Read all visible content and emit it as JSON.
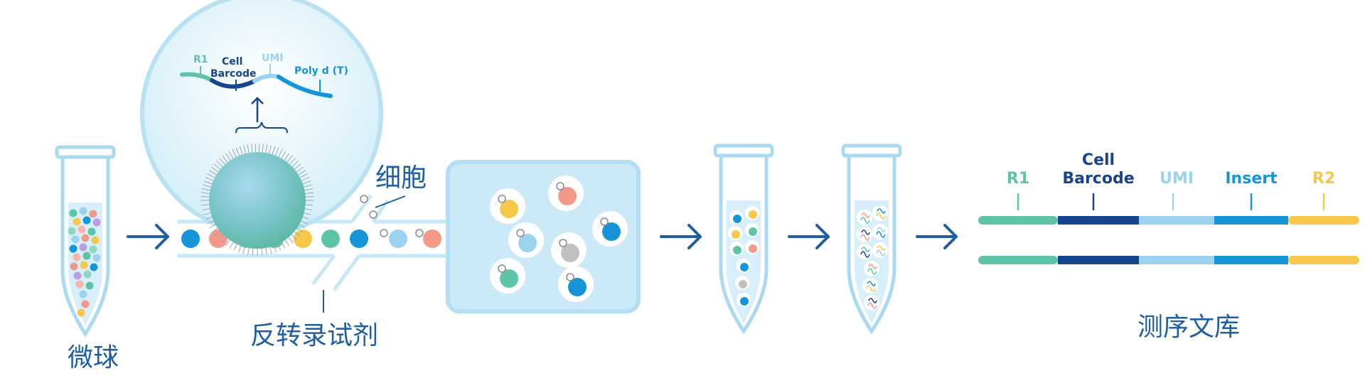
{
  "labels": {
    "beads": "微球",
    "rt_reagent": "反转录试剂",
    "cell": "细胞",
    "library": "测序文库"
  },
  "bead_oligo": {
    "r1": "R1",
    "cell_barcode_line1": "Cell",
    "cell_barcode_line2": "Barcode",
    "umi": "UMI",
    "polydt": "Poly d (T)"
  },
  "library_structure": {
    "segments": [
      {
        "key": "r1",
        "line1": "",
        "line2": "R1",
        "color": "#5ec4a8"
      },
      {
        "key": "cell_barcode",
        "line1": "Cell",
        "line2": "Barcode",
        "color": "#17438f"
      },
      {
        "key": "umi",
        "line1": "",
        "line2": "UMI",
        "color": "#9ad2ef"
      },
      {
        "key": "insert",
        "line1": "",
        "line2": "Insert",
        "color": "#1595d8"
      },
      {
        "key": "r2",
        "line1": "",
        "line2": "R2",
        "color": "#f5c84b"
      }
    ]
  },
  "colors": {
    "primary": "#1e5fa3",
    "dark_blue": "#17438f",
    "tube_outline": "#a9daf0",
    "channel": "#c5e7f7",
    "green": "#5ec4a8",
    "light_blue": "#9ad2ef",
    "mid_blue": "#1595d8",
    "yellow": "#f5c84b",
    "salmon": "#f2998a"
  }
}
